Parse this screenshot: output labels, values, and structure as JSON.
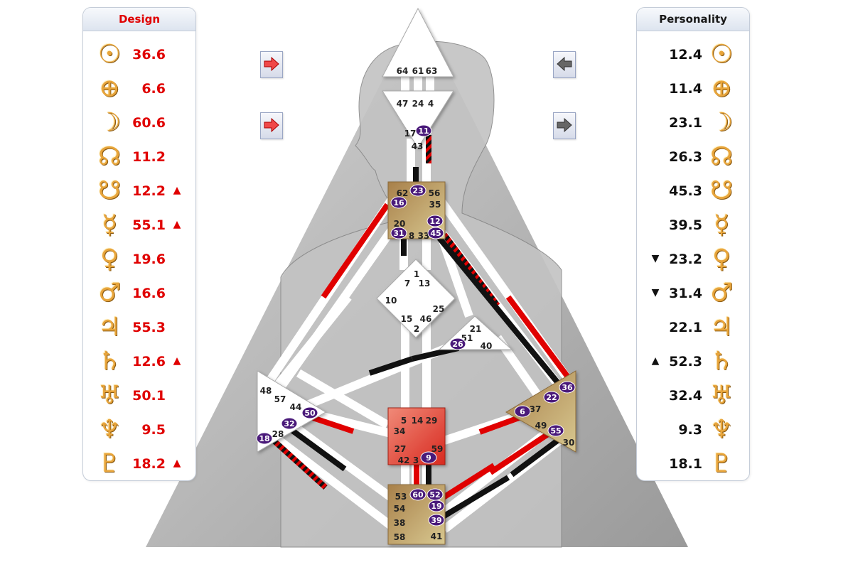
{
  "design": {
    "title": "Design",
    "rows": [
      {
        "planet": "sun",
        "glyph": "☉",
        "value": "36.6",
        "arrow": ""
      },
      {
        "planet": "earth",
        "glyph": "⊕",
        "value": "6.6",
        "arrow": ""
      },
      {
        "planet": "moon",
        "glyph": "☽",
        "value": "60.6",
        "arrow": ""
      },
      {
        "planet": "north-node",
        "glyph": "☊",
        "value": "11.2",
        "arrow": ""
      },
      {
        "planet": "south-node",
        "glyph": "☋",
        "value": "12.2",
        "arrow": "▲"
      },
      {
        "planet": "mercury",
        "glyph": "☿",
        "value": "55.1",
        "arrow": "▲"
      },
      {
        "planet": "venus",
        "glyph": "♀",
        "value": "19.6",
        "arrow": ""
      },
      {
        "planet": "mars",
        "glyph": "♂",
        "value": "16.6",
        "arrow": ""
      },
      {
        "planet": "jupiter",
        "glyph": "♃",
        "value": "55.3",
        "arrow": ""
      },
      {
        "planet": "saturn",
        "glyph": "♄",
        "value": "12.6",
        "arrow": "▲"
      },
      {
        "planet": "uranus",
        "glyph": "♅",
        "value": "50.1",
        "arrow": ""
      },
      {
        "planet": "neptune",
        "glyph": "♆",
        "value": "9.5",
        "arrow": ""
      },
      {
        "planet": "pluto",
        "glyph": "♇",
        "value": "18.2",
        "arrow": "▲"
      }
    ]
  },
  "personality": {
    "title": "Personality",
    "rows": [
      {
        "planet": "sun",
        "glyph": "☉",
        "value": "12.4",
        "arrow": ""
      },
      {
        "planet": "earth",
        "glyph": "⊕",
        "value": "11.4",
        "arrow": ""
      },
      {
        "planet": "moon",
        "glyph": "☽",
        "value": "23.1",
        "arrow": ""
      },
      {
        "planet": "north-node",
        "glyph": "☊",
        "value": "26.3",
        "arrow": ""
      },
      {
        "planet": "south-node",
        "glyph": "☋",
        "value": "45.3",
        "arrow": ""
      },
      {
        "planet": "mercury",
        "glyph": "☿",
        "value": "39.5",
        "arrow": ""
      },
      {
        "planet": "venus",
        "glyph": "♀",
        "value": "23.2",
        "arrow": "▼"
      },
      {
        "planet": "mars",
        "glyph": "♂",
        "value": "31.4",
        "arrow": "▼"
      },
      {
        "planet": "jupiter",
        "glyph": "♃",
        "value": "22.1",
        "arrow": ""
      },
      {
        "planet": "saturn",
        "glyph": "♄",
        "value": "52.3",
        "arrow": "▲"
      },
      {
        "planet": "uranus",
        "glyph": "♅",
        "value": "32.4",
        "arrow": ""
      },
      {
        "planet": "neptune",
        "glyph": "♆",
        "value": "9.3",
        "arrow": ""
      },
      {
        "planet": "pluto",
        "glyph": "♇",
        "value": "18.1",
        "arrow": ""
      }
    ]
  },
  "colors": {
    "design": "#e00000",
    "personality": "#111111",
    "glyph": "#e8a53c",
    "defined_center": "#c8a060",
    "sacral": "#e0443a",
    "active_gate_marker": "#4a1a7a",
    "channel_open": "#ffffff"
  },
  "centers": [
    {
      "id": "head",
      "defined": false
    },
    {
      "id": "ajna",
      "defined": false
    },
    {
      "id": "throat",
      "defined": true
    },
    {
      "id": "g",
      "defined": false
    },
    {
      "id": "heart",
      "defined": false
    },
    {
      "id": "spleen",
      "defined": false
    },
    {
      "id": "solar-plexus",
      "defined": true
    },
    {
      "id": "sacral",
      "defined": true
    },
    {
      "id": "root",
      "defined": true
    }
  ],
  "gates": [
    {
      "n": "64",
      "active": false
    },
    {
      "n": "61",
      "active": false
    },
    {
      "n": "63",
      "active": false
    },
    {
      "n": "47",
      "active": false
    },
    {
      "n": "24",
      "active": false
    },
    {
      "n": "4",
      "active": false
    },
    {
      "n": "17",
      "active": false
    },
    {
      "n": "11",
      "active": true
    },
    {
      "n": "43",
      "active": false
    },
    {
      "n": "62",
      "active": false
    },
    {
      "n": "23",
      "active": true
    },
    {
      "n": "56",
      "active": false
    },
    {
      "n": "16",
      "active": true
    },
    {
      "n": "35",
      "active": false
    },
    {
      "n": "20",
      "active": false
    },
    {
      "n": "12",
      "active": true
    },
    {
      "n": "31",
      "active": true
    },
    {
      "n": "8",
      "active": false
    },
    {
      "n": "33",
      "active": false
    },
    {
      "n": "45",
      "active": true
    },
    {
      "n": "1",
      "active": false
    },
    {
      "n": "7",
      "active": false
    },
    {
      "n": "13",
      "active": false
    },
    {
      "n": "10",
      "active": false
    },
    {
      "n": "25",
      "active": false
    },
    {
      "n": "15",
      "active": false
    },
    {
      "n": "46",
      "active": false
    },
    {
      "n": "2",
      "active": false
    },
    {
      "n": "21",
      "active": false
    },
    {
      "n": "51",
      "active": false
    },
    {
      "n": "26",
      "active": true
    },
    {
      "n": "40",
      "active": false
    },
    {
      "n": "48",
      "active": false
    },
    {
      "n": "57",
      "active": false
    },
    {
      "n": "44",
      "active": false
    },
    {
      "n": "50",
      "active": true
    },
    {
      "n": "32",
      "active": true
    },
    {
      "n": "28",
      "active": false
    },
    {
      "n": "18",
      "active": true
    },
    {
      "n": "5",
      "active": false
    },
    {
      "n": "14",
      "active": false
    },
    {
      "n": "29",
      "active": false
    },
    {
      "n": "34",
      "active": false
    },
    {
      "n": "27",
      "active": false
    },
    {
      "n": "59",
      "active": false
    },
    {
      "n": "42",
      "active": false
    },
    {
      "n": "3",
      "active": false
    },
    {
      "n": "9",
      "active": true
    },
    {
      "n": "36",
      "active": true
    },
    {
      "n": "22",
      "active": true
    },
    {
      "n": "37",
      "active": false
    },
    {
      "n": "6",
      "active": true
    },
    {
      "n": "49",
      "active": false
    },
    {
      "n": "55",
      "active": true
    },
    {
      "n": "30",
      "active": false
    },
    {
      "n": "53",
      "active": false
    },
    {
      "n": "60",
      "active": true
    },
    {
      "n": "52",
      "active": true
    },
    {
      "n": "54",
      "active": false
    },
    {
      "n": "19",
      "active": true
    },
    {
      "n": "38",
      "active": false
    },
    {
      "n": "39",
      "active": true
    },
    {
      "n": "58",
      "active": false
    },
    {
      "n": "41",
      "active": false
    }
  ]
}
